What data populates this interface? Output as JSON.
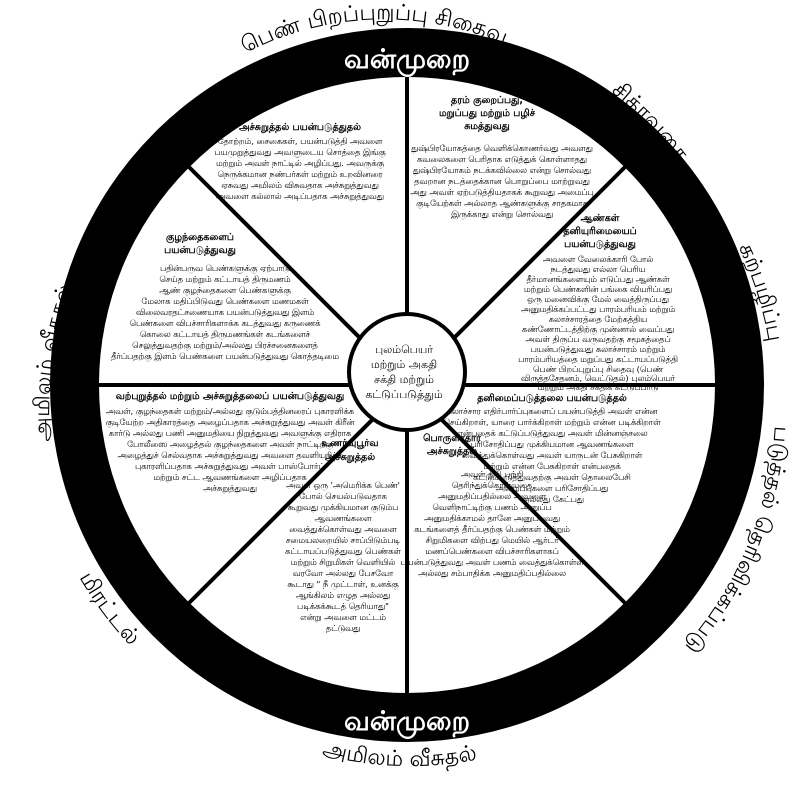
{
  "rim": {
    "top_label": "வன்முறை",
    "bottom_label": "வன்முறை"
  },
  "outer_labels": {
    "top": "பெண் பிறப்புறுப்பு சிதைவு",
    "top_right": "சித்ரவதை",
    "right_upper": "கற்பழிப்பு",
    "right_lower": "மாசுபடுத்தல் தெரிவிக்கப்படுமா",
    "bottom": "அமிலம் வீசுதல்",
    "bottom_left": "மிரட்டல்",
    "left": "அமிலம் வீசுதல்"
  },
  "hub": {
    "lines": [
      "புலம்பெயர்",
      "மற்றும் அகதி",
      "சக்தி மற்றும்",
      "கட்டுப்படுத்தும்"
    ]
  },
  "segments": [
    {
      "title": [
        "அச்சுறுத்தல் பயன்படுத்துதல்"
      ],
      "body": [
        "தோற்றம், சைகைகள், பயன்படுத்தி அவளை",
        "பயமுறுத்துவது அவளுடைய சொத்தை இங்கு",
        "மற்றும் அவள் நாட்டில் அழிப்பது. அவருக்கு",
        "நெருக்கமான நண்பர்கள் மற்றும் உறவினரை",
        "ஏசுவது அமிலம் விசுவதாக அச்சுறுத்துவது",
        "அவளை கல்லால் அடிப்பதாக அச்சுறுத்துவது"
      ]
    },
    {
      "title": [
        "தரம் குறைப்பது,",
        "மறுப்பது மற்றும் பழிச்",
        "சுமத்துவது"
      ],
      "body": [
        "துஷ்பிரயோகத்தை வெளிக்கொணர்வது அவளது",
        "கவலைகளை பெரிதாக எடுத்துக் கொள்ளாதது",
        "துஷ்பிரயோகம் நடக்கவில்லை என்று சொல்வது",
        "தவறான நடத்தைக்கான பொறுப்பை மாற்றுவது",
        "அது அவள் ஏற்படுத்தியதாகக் கூறுவது அமைப்பு",
        "குடியேற்கள் அல்லாத ஆண்களுக்கு சாதகமாக",
        "இருக்காது என்று சொல்வது"
      ]
    },
    {
      "title": [
        "ஆண்கள்",
        "தனியுரிமையைப்",
        "பயன்படுத்துவது"
      ],
      "body": [
        "அவளை வேலைக்காரி போல்",
        "நடத்துவது எல்லா பெரிய",
        "தீர்மானங்களையும் எடுப்பது ஆண்கள்",
        "மற்றும் பெண்களின் பங்கை வியரிப்பது",
        "ஒரு மனைவிக்கு மேல் வைத்திருப்பது",
        "அனுமதிக்கப்பட்டது பாரம்பரியம் மற்றும்",
        "கலாச்சாரத்தை மேற்கத்திய",
        "கண்ணோட்டத்திற்கு முன்னால் வைப்பது",
        "அவள் திருப்ப வருவதற்கு சமூகத்தைப்",
        "பயன்படுத்துவது கலாச்சாரம் மற்றும்",
        "பாரம்பரியத்தை மறுப்பது கட்டாயப்படுத்தி",
        "பெண் பிறப்புறுப்பு சிதைவு (பெண்",
        "விருத்தசேதனம், வெட்டுதல்) புலம்பெயர்",
        "மற்றும் அகதி சக்திக் கட்டுப்பாடு"
      ]
    },
    {
      "title": [
        "தனிமைப்படுத்தலை பயன்படுத்தல்"
      ],
      "body": [
        "கலாச்சார எதிர்பார்ப்புகளைப் பயன்படுத்தி அவள் என்ன",
        "செய்கிறாள், யாரை பார்க்கிறாள் மற்றும் என்ன படிக்கிறாள்",
        "என்பதைக் கட்டுப்படுத்துவது அவள் மின்னஞ்சலை",
        "பரிசோதிப்பது முக்கியமான ஆவணங்களை",
        "வைத்துக்கொள்வது அவள் யாருடன் பேசுகிறாள்",
        "மற்றும் என்ன பேசுகிறாள் என்பதைக்",
        "கட்டுப்படுத்துவதற்கு அவள் தொலைபேசி",
        "அழைப்புகளை பரிசோதிப்பது",
        "அல்லது கேட்பது"
      ]
    },
    {
      "title": [
        "பொருளாதார",
        "அச்சுறுத்தல்"
      ],
      "body": [
        "அவள் நிதி பற்றி",
        "தெரிந்துக்கொள்வதை",
        "அனுமதிப்பதில்லை அவளை",
        "வெளிநாட்டிற்கு பணம் அனுப்ப",
        "அனுமதிக்காமல் தானே அனுப்புவது",
        "கடங்களைத் தீர்ப்பதற்கு பெண்கள் மற்றும்",
        "சிறுமிகளை விற்பது மெயில் ஆர்டர்",
        "மணப்பெண்களை விபச்சாரிகளாகப்",
        "பயன்படுத்துவது அவள் பணம் வைத்துக்கொள்ள",
        "அல்லது சம்பாதிக்க அனுமதிப்பதில்லை"
      ]
    },
    {
      "title": [
        "உணர்வுபூர்வ",
        "அச்சுறுத்தல்"
      ],
      "body": [
        "அவள் ஒரு 'அமெரிக்க பெண்'",
        "போல் செயல்படுவதாக",
        "கூறுவது முக்கியமான குடும்ப",
        "ஆவணங்களை",
        "வைத்துக்கொள்வது அவளை",
        "சமையலறையில் சாப்பிடும்படி",
        "கட்டாயப்படுத்துவது பெண்கள்",
        "மற்றும் சிறுமிகள் வெளியில்",
        "வரவோ அல்லது பேசவோ",
        "கூடாது \" நீ முட்டாள், உனக்கு",
        "ஆங்கிலம் எழுத அல்லது",
        "படிக்கக்கூடத் தெரியாது\"",
        "என்று அவளை மட்டம்",
        "தட்டுவது"
      ]
    },
    {
      "title": [
        "வற்புறுத்தல் மற்றும் அச்சுறுத்தலைப் பயன்படுத்துவது"
      ],
      "body": [
        "அவள், குழந்தைகள் மற்றும்/அல்லது குடும்பத்தினரைப் புகாரளிக்க",
        "குடியேற்ற அதிகாரத்தை அழைப்பதாக அச்சுறுத்துவது அவள் கிரீன்",
        "கார்டு அல்லது பணி அனுமதியை நிறுத்துவது அவளுக்கு எதிராக",
        "போலீஸை அழைத்தல் குழந்தைகளை அவள் நாட்டிற்கு",
        "அழைத்துச் செல்வதாக அச்சுறுத்துவது அவளை தவளியரிக்க",
        "புகாரளிப்பதாக அச்சுறுத்துவது அவள் பாஸ்போர்ட்",
        "மற்றும் சட்ட ஆவணங்களை அழிப்பதாக",
        "அச்சுறுத்துவது"
      ]
    },
    {
      "title": [
        "குழந்தைகளைப்",
        "பயன்படுத்துவது"
      ],
      "body": [
        "பதின்பருவ பெண்களுக்கு ஏற்பாடு",
        "செய்த மற்றும் கட்டாயத் திருமணம்",
        "ஆண் குழந்தைகளை பெண்களுக்கு",
        "மேலாக மதிப்பிடுவது பெண்களை மணமகள்",
        "விலைவரதட்சணையாக பயன்படுத்துவது இளம்",
        "பெண்களை விபச்சாரிகளாக்க கடத்துவது கருணைக்",
        "கொலை கட்டாயத் திருமணங்கள் கடங்களைச்",
        "செலுத்துவதற்கு மற்றும்/அல்லது பிரச்சனைகளைத்",
        "தீர்ப்பதற்கு இளம் பெண்களை பயன்படுத்துவது கொத்தடிமை"
      ]
    }
  ]
}
